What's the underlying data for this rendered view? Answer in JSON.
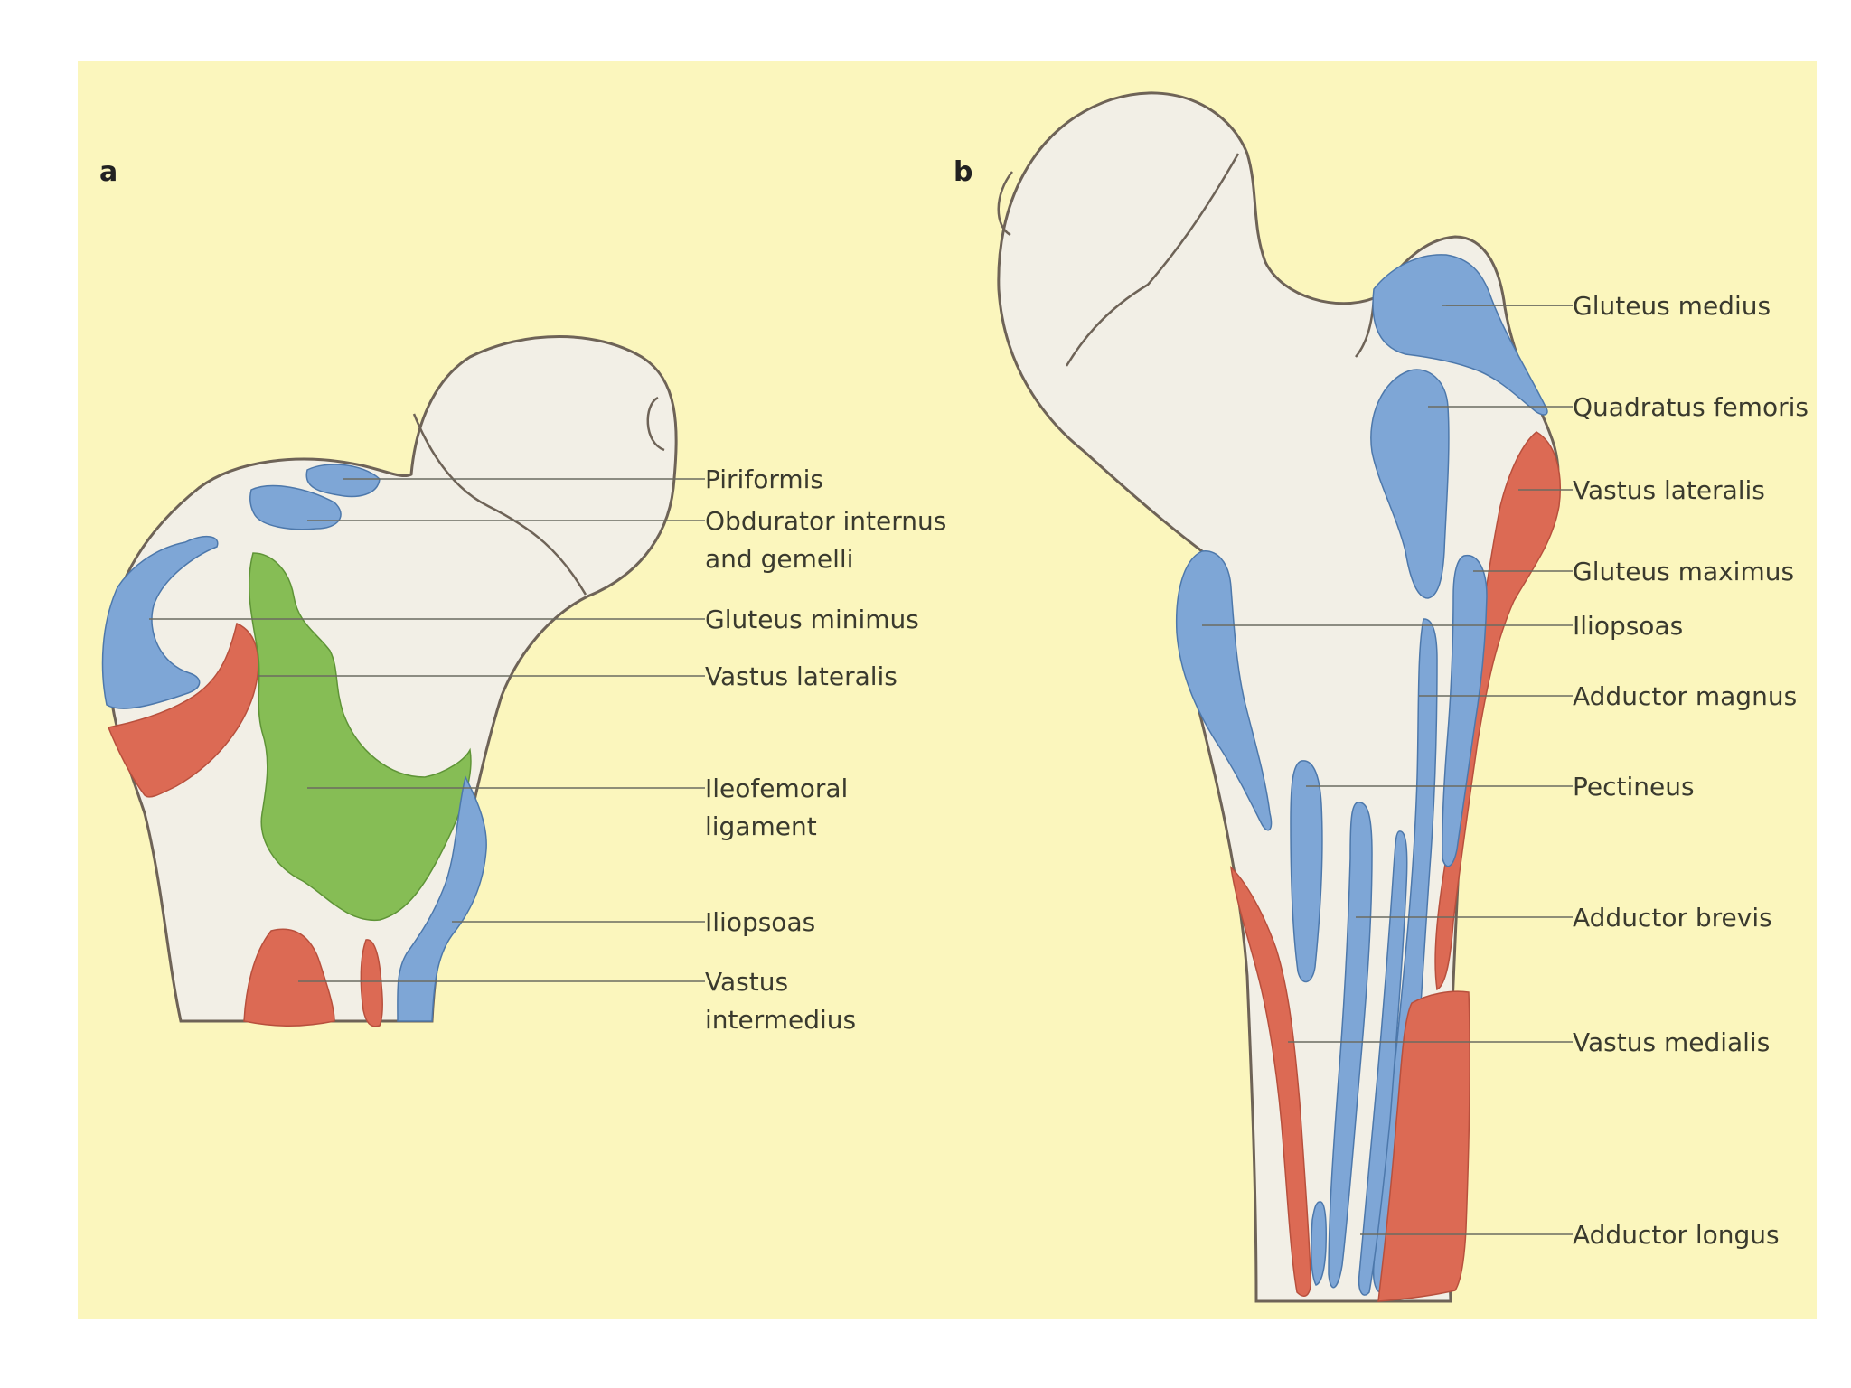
{
  "panels": {
    "a": {
      "letter": "a",
      "labels": {
        "piriformis": "Piriformis",
        "obdurator_1": "Obdurator internus",
        "obdurator_2": "and gemelli",
        "gluteus_minimus": "Gluteus minimus",
        "vastus_lateralis": "Vastus lateralis",
        "ileofemoral_1": "Ileofemoral",
        "ileofemoral_2": "ligament",
        "iliopsoas": "Iliopsoas",
        "vastus_intermedius_1": "Vastus",
        "vastus_intermedius_2": "intermedius"
      }
    },
    "b": {
      "letter": "b",
      "labels": {
        "gluteus_medius": "Gluteus medius",
        "quadratus_femoris": "Quadratus femoris",
        "vastus_lateralis": "Vastus lateralis",
        "gluteus_maximus": "Gluteus maximus",
        "iliopsoas": "Iliopsoas",
        "adductor_magnus": "Adductor magnus",
        "pectineus": "Pectineus",
        "adductor_brevis": "Adductor brevis",
        "vastus_medialis": "Vastus medialis",
        "adductor_longus": "Adductor longus"
      }
    }
  },
  "colors": {
    "background": "#fbf6bd",
    "bone": "#f2efe6",
    "blue_attachment": "#7ea6d6",
    "red_attachment": "#dc6a54",
    "green_ligament": "#86bd55"
  }
}
